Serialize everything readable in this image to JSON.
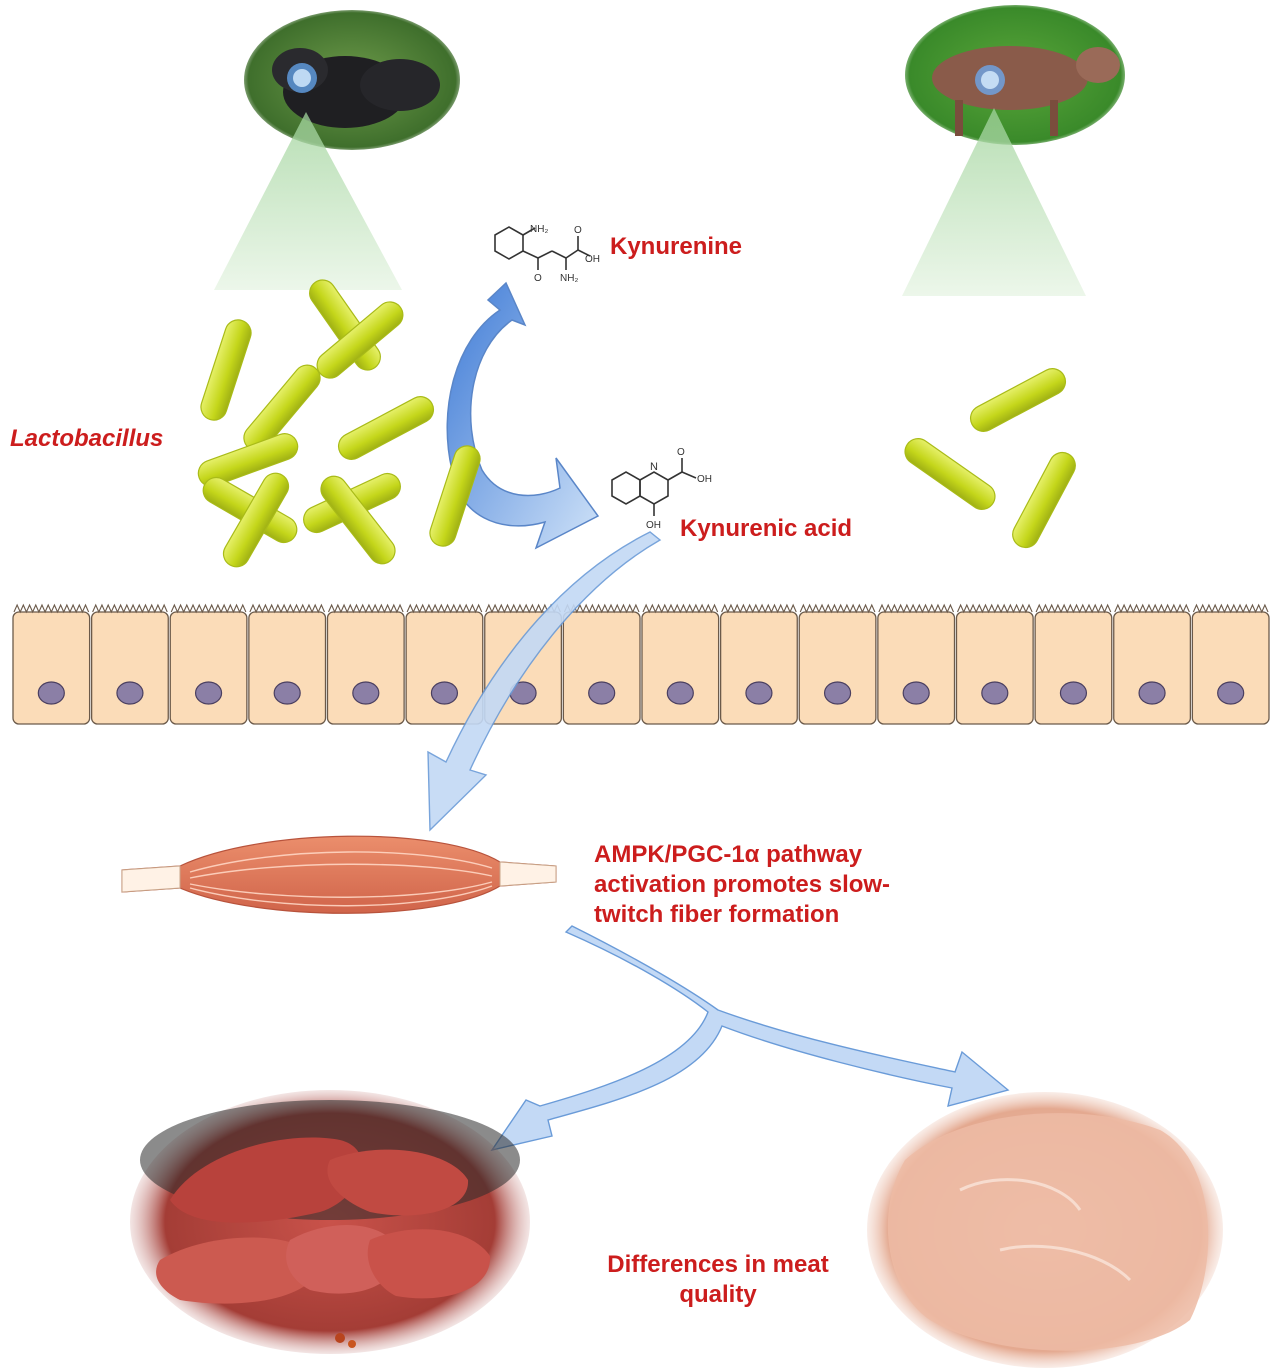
{
  "labels": {
    "kynurenine": "Kynurenine",
    "kynurenic_acid": "Kynurenic acid",
    "lactobacillus": "Lactobacillus",
    "pathway_line1": "AMPK/PGC-1α pathway",
    "pathway_line2": "activation promotes slow-",
    "pathway_line3": "twitch fiber formation",
    "meat_line1": "Differences in meat",
    "meat_line2": "quality"
  },
  "molecule_atoms": {
    "nh2": "NH₂",
    "oh": "OH",
    "o": "O",
    "n": "N"
  },
  "colors": {
    "label_red": "#cc1d1d",
    "bacteria_green": "#c7db1e",
    "cell_fill": "#fbdcb8",
    "nucleus": "#8b7fa6",
    "arrow_blue": "#b9d3f2",
    "arrow_dark_blue": "#4f86d6",
    "muscle": "#e07a5a",
    "beam_green": "#cfeacb"
  }
}
